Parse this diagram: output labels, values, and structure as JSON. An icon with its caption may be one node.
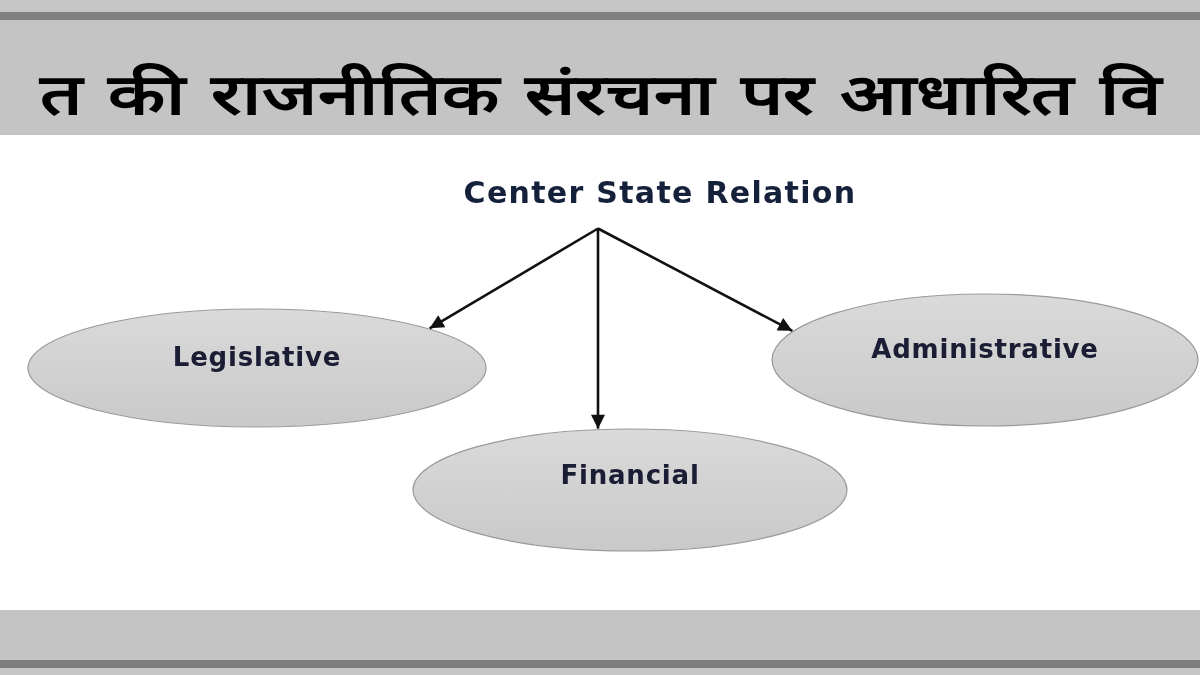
{
  "diagram": {
    "title": "त की राजनीतिक संरचना पर आधारित वि",
    "nodes": [
      {
        "text": [
          "Center State Relation"
        ]
      },
      {
        "text": [
          "Legislative"
        ]
      },
      {
        "text": [
          "Administrative"
        ]
      },
      {
        "text": [
          "Financial"
        ]
      }
    ],
    "edges": [
      {
        "from": 0,
        "to": 1,
        "arrow": "to"
      },
      {
        "from": 0,
        "to": 3,
        "arrow": "to"
      },
      {
        "from": 0,
        "to": 2,
        "arrow": "to"
      }
    ]
  }
}
